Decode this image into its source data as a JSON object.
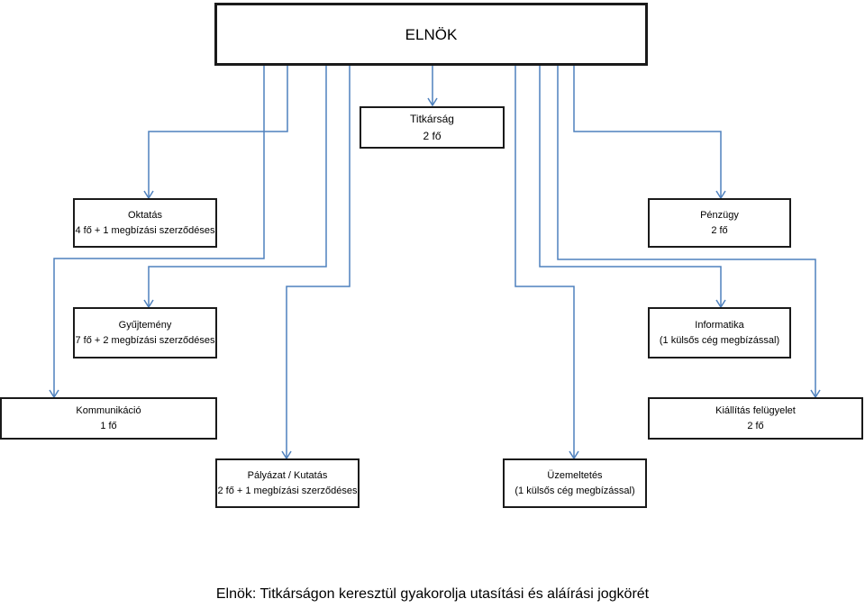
{
  "president": {
    "title": "ELNÖK"
  },
  "secretariat": {
    "title": "Titkárság",
    "staff": "2 fő"
  },
  "units": {
    "oktatas": {
      "title": "Oktatás",
      "staff": "4 fő + 1 megbízási szerződéses"
    },
    "penzugy": {
      "title": "Pénzügy",
      "staff": "2 fő"
    },
    "gyujtemeny": {
      "title": "Gyűjtemény",
      "staff": "7 fő + 2 megbízási szerződéses"
    },
    "informatika": {
      "title": "Informatika",
      "staff": "(1 külsős cég megbízással)"
    },
    "kommunikacio": {
      "title": "Kommunikáció",
      "staff": "1 fő"
    },
    "kiallitas": {
      "title": "Kiállítás felügyelet",
      "staff": "2 fő"
    },
    "palyazat": {
      "title": "Pályázat / Kutatás",
      "staff": "2 fő + 1 megbízási szerződéses"
    },
    "uzemeltetes": {
      "title": "Üzemeltetés",
      "staff": "(1 külsős cég megbízással)"
    }
  },
  "caption": "Elnök: Titkárságon keresztül gyakorolja utasítási és aláírási jogkörét",
  "colors": {
    "connector": "#4f81bd",
    "border": "#1a1a1a"
  }
}
